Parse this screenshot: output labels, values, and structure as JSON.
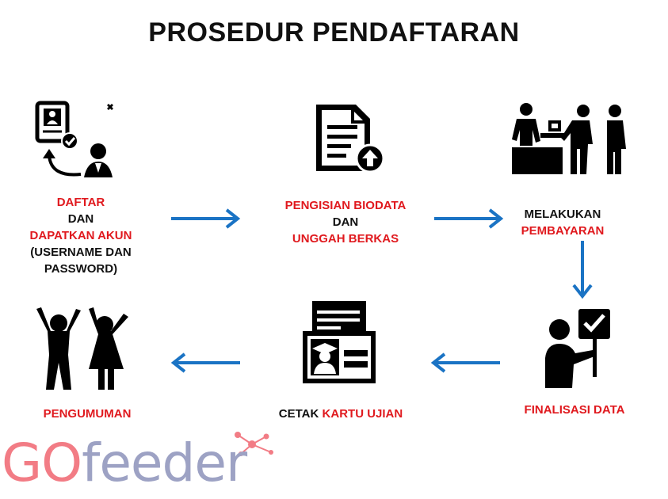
{
  "title": "PROSEDUR PENDAFTARAN",
  "steps": [
    {
      "icon": "register-account-icon",
      "lines": [
        {
          "text": "DAFTAR",
          "color": "red"
        },
        {
          "text": "DAN",
          "color": "black"
        },
        {
          "text": "DAPATKAN AKUN",
          "color": "red"
        },
        {
          "text": "(USERNAME DAN",
          "color": "black"
        },
        {
          "text": "PASSWORD)",
          "color": "black"
        }
      ]
    },
    {
      "icon": "document-upload-icon",
      "lines": [
        {
          "text": "PENGISIAN BIODATA",
          "color": "red"
        },
        {
          "text": "DAN",
          "color": "black"
        },
        {
          "text": "UNGGAH BERKAS",
          "color": "red"
        }
      ]
    },
    {
      "icon": "payment-counter-icon",
      "lines": [
        {
          "text": "MELAKUKAN",
          "color": "black"
        },
        {
          "text": "PEMBAYARAN",
          "color": "red"
        }
      ]
    },
    {
      "icon": "finalize-checklist-icon",
      "lines": [
        {
          "text": "FINALISASI DATA",
          "color": "red"
        }
      ]
    },
    {
      "icon": "exam-card-icon",
      "segments": [
        {
          "text": "CETAK ",
          "color": "black"
        },
        {
          "text": "KARTU UJIAN",
          "color": "red"
        }
      ]
    },
    {
      "icon": "celebrating-people-icon",
      "lines": [
        {
          "text": "PENGUMUMAN",
          "color": "red"
        }
      ]
    }
  ],
  "colors": {
    "accent_red": "#e0191e",
    "arrow_blue": "#1a73c4",
    "logo_pink": "#f27c85",
    "logo_lavender": "#9da2c4"
  },
  "logo": {
    "go": "GO",
    "feeder": "feeder"
  }
}
